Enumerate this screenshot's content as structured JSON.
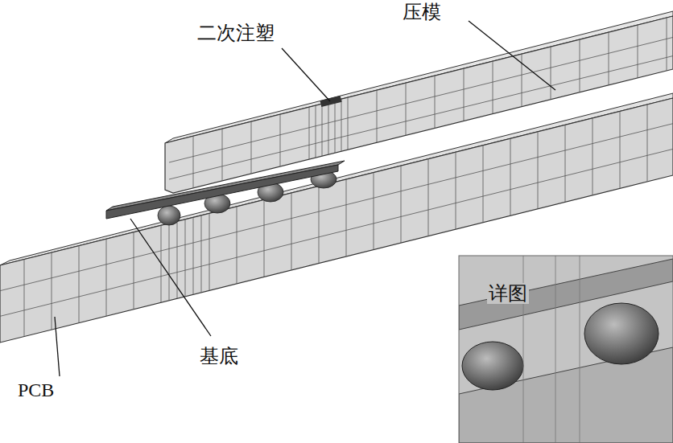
{
  "diagram": {
    "labels": [
      "压模",
      "二次注塑",
      "基底",
      "PCB",
      "详图"
    ]
  }
}
